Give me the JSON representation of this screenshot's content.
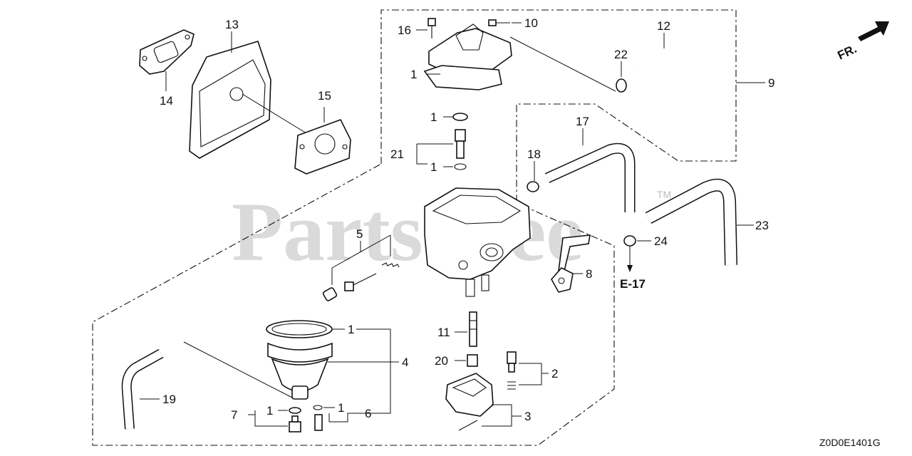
{
  "diagram": {
    "drawing_code": "Z0D0E1401G",
    "direction_label": "FR.",
    "reference_label": "E-17",
    "watermark": "PartsTree",
    "watermark_tm": "TM",
    "callouts": {
      "c1": "1",
      "c2": "2",
      "c3": "3",
      "c4": "4",
      "c5": "5",
      "c6": "6",
      "c7": "7",
      "c8": "8",
      "c9": "9",
      "c10": "10",
      "c11": "11",
      "c12": "12",
      "c13": "13",
      "c14": "14",
      "c15": "15",
      "c16": "16",
      "c17": "17",
      "c18": "18",
      "c19": "19",
      "c20": "20",
      "c21": "21",
      "c22": "22",
      "c23": "23",
      "c24": "24"
    }
  }
}
